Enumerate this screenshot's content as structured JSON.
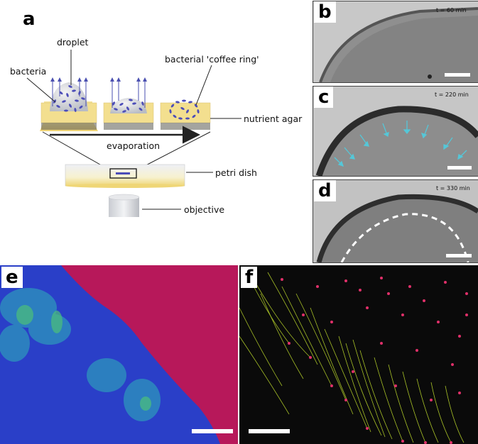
{
  "panels": {
    "a": "a",
    "b": "b",
    "c": "c",
    "d": "d",
    "e": "e",
    "f": "f"
  },
  "schematic": {
    "bacteria_label": "bacteria",
    "droplet_label": "droplet",
    "coffee_ring_label": "bacterial 'coffee ring'",
    "nutrient_agar_label": "nutrient agar",
    "evaporation_label": "evaporation",
    "petri_dish_label": "petri dish",
    "objective_label": "objective"
  },
  "time_labels": {
    "b": "t = 60 min",
    "c": "t = 220 min",
    "d": "t = 330 min"
  },
  "colors": {
    "agar": "#f2dd8a",
    "bacteria": "#4c4db8",
    "arrow": "#4a4fb0",
    "flow_arrow": "#55c7d8",
    "e_background": "#2a3fc8",
    "e_right": "#b7185a",
    "f_background": "#0a0a0a",
    "f_tracks": "#b8d42a",
    "f_dots": "#e0306a"
  }
}
